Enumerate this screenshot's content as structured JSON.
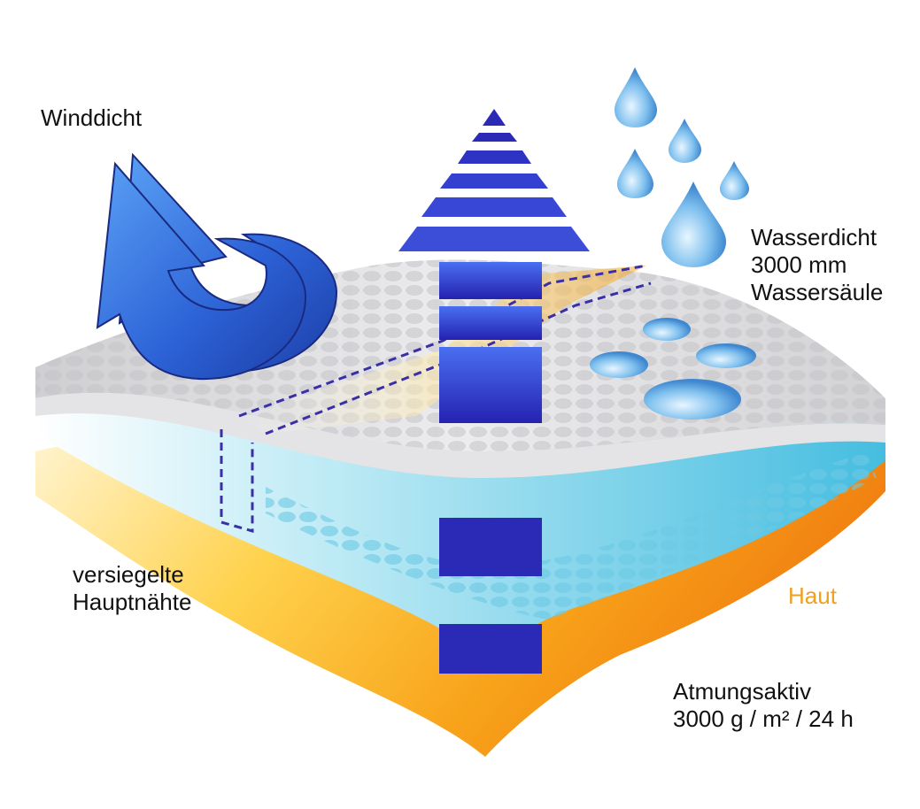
{
  "labels": {
    "windproof": "Winddicht",
    "waterproof_line1": "Wasserdicht",
    "waterproof_line2": "3000 mm",
    "waterproof_line3": "Wassersäule",
    "seams_line1": "versiegelte",
    "seams_line2": "Hauptnähte",
    "skin": "Haut",
    "breathable_line1": "Atmungsaktiv",
    "breathable_line2": "3000 g / m² / 24 h"
  },
  "colors": {
    "text": "#111111",
    "skin_label": "#f0a020",
    "arrow_blue": "#2f5fd8",
    "column_navy": "#2b2fb8",
    "membrane_cyan": "#5cc8e6",
    "skin_orange": "#f7a21b",
    "fabric_grey": "#d9d9dc",
    "drop_blue": "#6fb2ea"
  }
}
